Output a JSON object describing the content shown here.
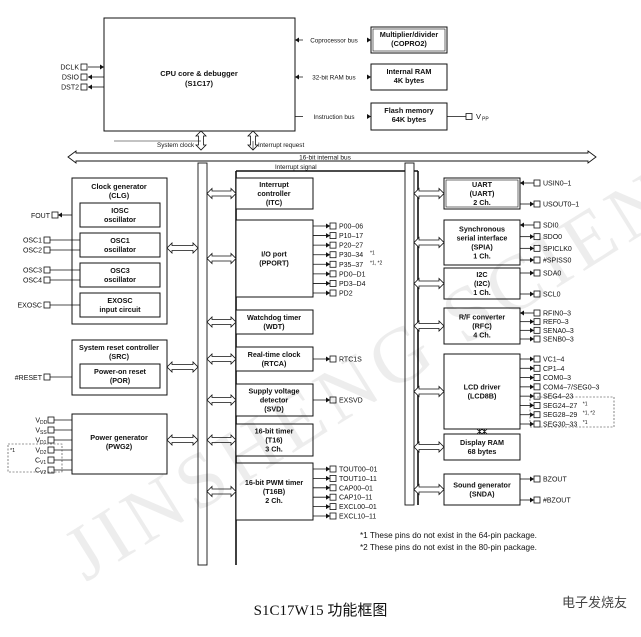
{
  "cpu": {
    "title": "CPU core & debugger",
    "sub": "(S1C17)"
  },
  "cpu_pins": [
    "DCLK",
    "DSIO",
    "DST2"
  ],
  "top_blocks": [
    {
      "title": "Multiplier/divider",
      "sub": "(COPRO2)",
      "bus": "Coprocessor bus"
    },
    {
      "title": "Internal RAM",
      "sub": "4K bytes",
      "bus": "32-bit RAM bus"
    },
    {
      "title": "Flash memory",
      "sub": "64K bytes",
      "bus": "Instruction bus",
      "pin": "VPP"
    }
  ],
  "bus_labels": {
    "system_clock": "System clock",
    "interrupt_request": "Interrupt request",
    "internal_bus": "16-bit internal bus",
    "interrupt_signal": "Interrupt signal"
  },
  "clg": {
    "title": "Clock generator",
    "sub": "(CLG)",
    "fout": "FOUT",
    "osc": [
      {
        "title": "IOSC",
        "sub": "oscillator",
        "pins": []
      },
      {
        "title": "OSC1",
        "sub": "oscillator",
        "pins": [
          "OSC1",
          "OSC2"
        ]
      },
      {
        "title": "OSC3",
        "sub": "oscillator",
        "pins": [
          "OSC3",
          "OSC4"
        ]
      },
      {
        "title": "EXOSC",
        "sub": "input circuit",
        "pins": [
          "EXOSC"
        ]
      }
    ]
  },
  "src": {
    "title": "System reset controller",
    "sub": "(SRC)",
    "inner_title": "Power-on reset",
    "inner_sub": "(POR)",
    "pin": "#RESET"
  },
  "pwg": {
    "title": "Power generator",
    "sub": "(PWG2)",
    "pins": [
      "VDD",
      "VSS",
      "VD1",
      "VD2",
      "CV1",
      "CV2"
    ],
    "note_marker": "*1"
  },
  "mid_blocks": [
    {
      "title": "Interrupt",
      "line2": "controller",
      "sub": "(ITC)",
      "pins": []
    },
    {
      "title": "I/O port",
      "line2": "",
      "sub": "(PPORT)",
      "pins": [
        "P00–06",
        "P10–17",
        "P20–27",
        "P30–34",
        "P35–37",
        "PD0–D1",
        "PD3–D4",
        "PD2"
      ],
      "pin_notes": [
        "",
        "",
        "",
        "*1",
        "*1, *2",
        "",
        "",
        ""
      ]
    },
    {
      "title": "Watchdog timer",
      "line2": "",
      "sub": "(WDT)",
      "pins": []
    },
    {
      "title": "Real-time clock",
      "line2": "",
      "sub": "(RTCA)",
      "pins": [
        "RTC1S"
      ]
    },
    {
      "title": "Supply voltage",
      "line2": "detector",
      "sub": "(SVD)",
      "pins": [
        "EXSVD"
      ]
    },
    {
      "title": "16-bit timer",
      "line2": "(T16)",
      "sub": "3 Ch.",
      "pins": []
    },
    {
      "title": "16-bit PWM timer",
      "line2": "(T16B)",
      "sub": "2 Ch.",
      "pins": [
        "TOUT00–01",
        "TOUT10–11",
        "CAP00–01",
        "CAP10–11",
        "EXCL00–01",
        "EXCL10–11"
      ]
    }
  ],
  "right_blocks": [
    {
      "title": "UART",
      "line2": "(UART)",
      "sub": "2 Ch.",
      "pins": [
        "USIN0–1",
        "USOUT0–1"
      ],
      "pin_notes": [
        "",
        ""
      ]
    },
    {
      "title": "Synchronous",
      "line2": "serial interface",
      "line3": "(SPIA)",
      "sub": "1 Ch.",
      "pins": [
        "SDI0",
        "SDO0",
        "SPICLK0",
        "#SPISS0"
      ],
      "pin_notes": [
        "",
        "",
        "",
        ""
      ]
    },
    {
      "title": "I2C",
      "line2": "(I2C)",
      "sub": "1 Ch.",
      "pins": [
        "SDA0",
        "SCL0"
      ],
      "pin_notes": [
        "",
        ""
      ]
    },
    {
      "title": "R/F converter",
      "line2": "(RFC)",
      "sub": "4 Ch.",
      "pins": [
        "RFIN0–3",
        "REF0–3",
        "SENA0–3",
        "SENB0–3"
      ],
      "pin_notes": [
        "",
        "",
        "",
        ""
      ]
    },
    {
      "title": "LCD driver",
      "line2": "(LCD8B)",
      "sub": "",
      "pins": [
        "VC1–4",
        "CP1–4",
        "COM0–3",
        "COM4–7/SEG0–3",
        "SEG4–23",
        "SEG24–27",
        "SEG28–29",
        "SEG30–33"
      ],
      "pin_notes": [
        "",
        "",
        "",
        "",
        "",
        "*1",
        "*1, *2",
        "*1"
      ]
    },
    {
      "title": "Display RAM",
      "line2": "68 bytes",
      "sub": "",
      "pins": [],
      "pin_notes": []
    },
    {
      "title": "Sound generator",
      "line2": "(SNDA)",
      "sub": "",
      "pins": [
        "BZOUT",
        "#BZOUT"
      ],
      "pin_notes": [
        "",
        ""
      ]
    }
  ],
  "footnotes": [
    "*1 These pins do not exist in the 64-pin package.",
    "*2 These pins do not exist in the 80-pin package."
  ],
  "caption": "S1C17W15 功能框图",
  "watermark": "JINSHENG SCIENCE",
  "logo": "电子发烧友"
}
